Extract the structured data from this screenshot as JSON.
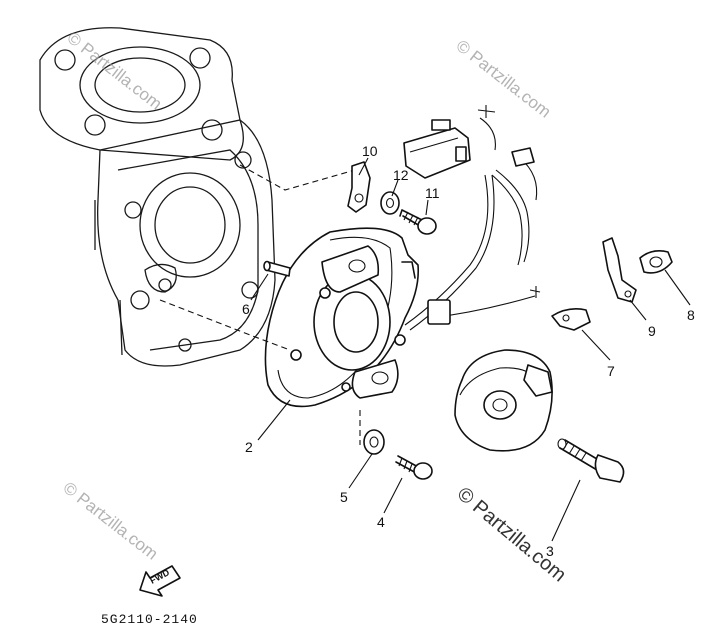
{
  "diagram": {
    "part_code": "5G2110-2140",
    "forward_label": "FWD",
    "watermarks": [
      "© Partzilla.com",
      "© Partzilla.com",
      "© Partzilla.com",
      "© Partzilla.com"
    ],
    "callouts": [
      "10",
      "12",
      "11",
      "6",
      "2",
      "5",
      "4",
      "3",
      "7",
      "9",
      "8"
    ]
  }
}
